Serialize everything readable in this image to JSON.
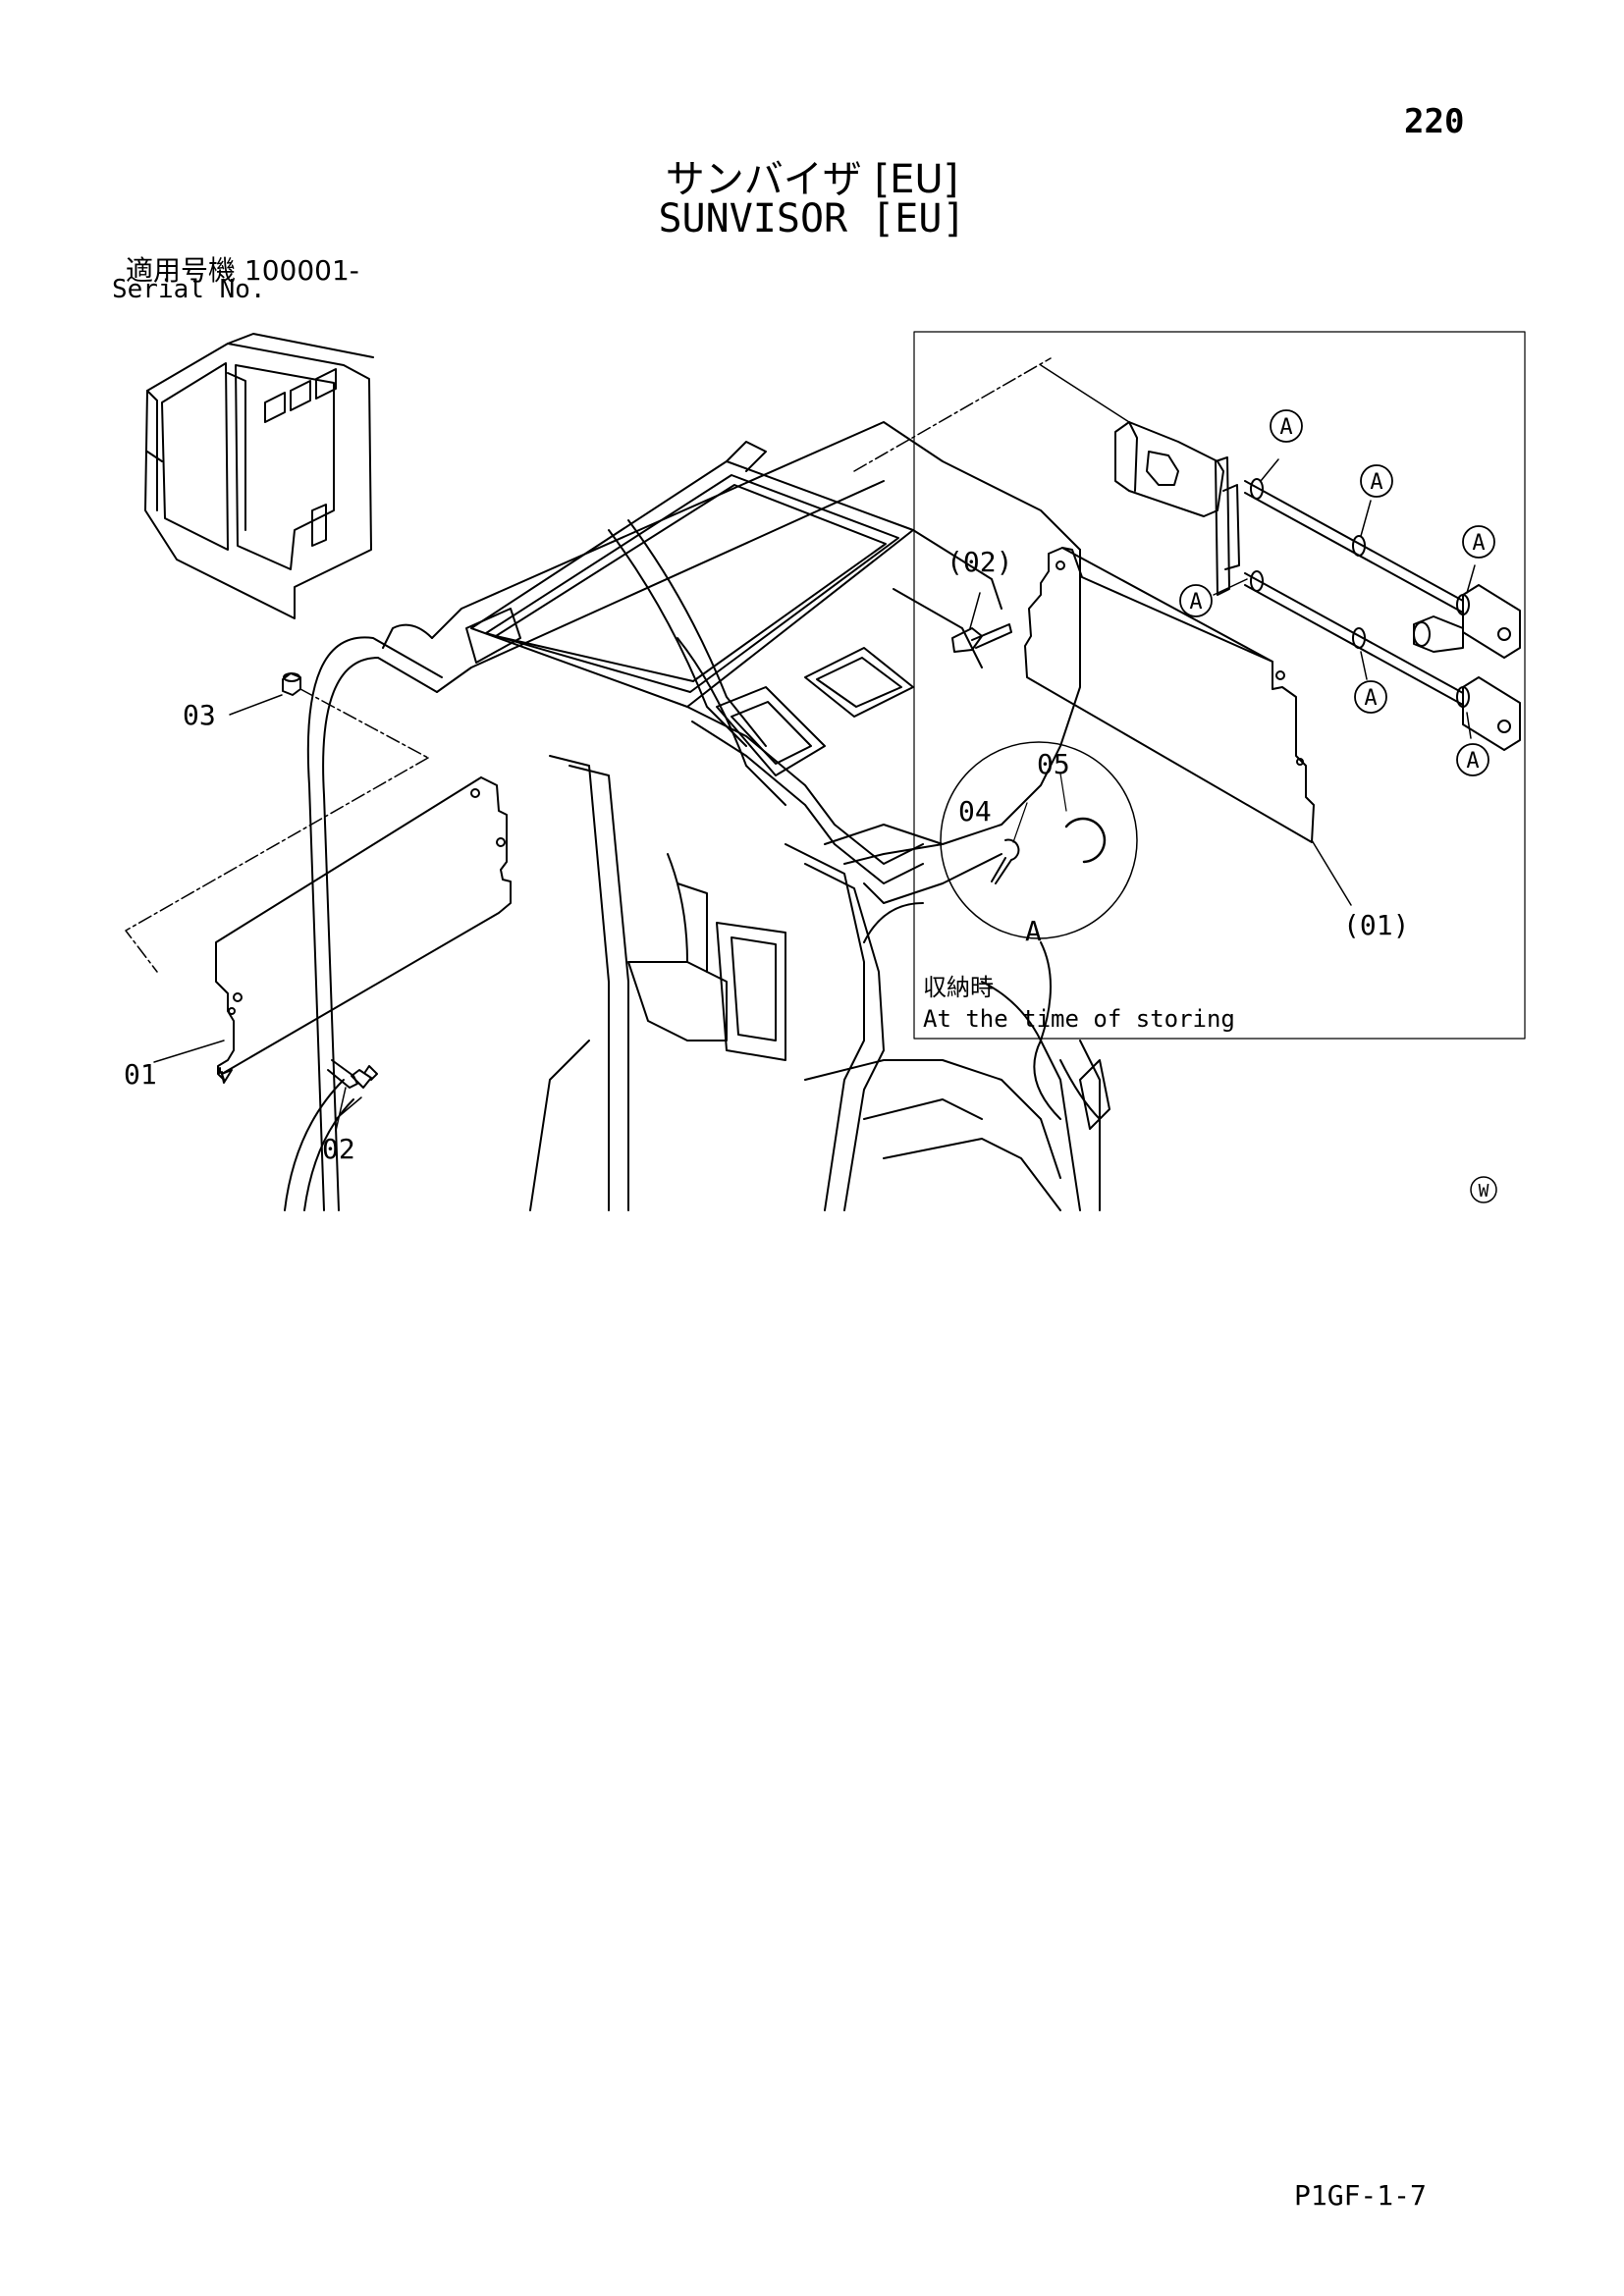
{
  "page_number": "220",
  "title_jp": "サンバイザ [EU]",
  "title_en": "SUNVISOR [EU]",
  "serial": {
    "label_jp": "適用号機  100001-",
    "label_en": "Serial No."
  },
  "callouts": {
    "c01": "01",
    "c02": "02",
    "c03": "03",
    "inset_01": "(01)",
    "inset_02": "(02)",
    "c04": "04",
    "c05": "05",
    "detail_a": "A",
    "marker_a": "A"
  },
  "inset": {
    "storing_jp": "収納時",
    "storing_en": "At the time of storing"
  },
  "w_mark": "W",
  "footer_code": "P1GF-1-7"
}
